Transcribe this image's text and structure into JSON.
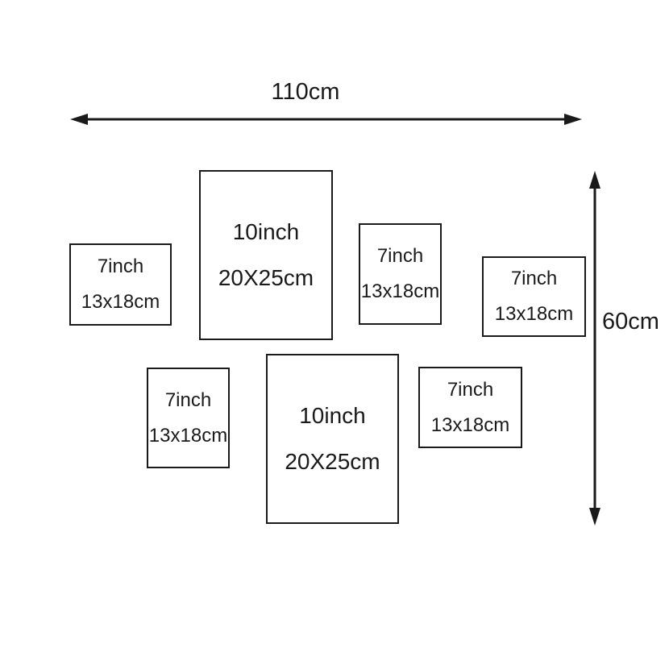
{
  "colors": {
    "background": "#ffffff",
    "ink": "#1a1a1a"
  },
  "dimensions": {
    "width_label": "110cm",
    "height_label": "60cm"
  },
  "frames": [
    {
      "size_label": "7inch",
      "dims_label": "13x18cm"
    },
    {
      "size_label": "10inch",
      "dims_label": "20X25cm"
    },
    {
      "size_label": "7inch",
      "dims_label": "13x18cm"
    },
    {
      "size_label": "7inch",
      "dims_label": "13x18cm"
    },
    {
      "size_label": "7inch",
      "dims_label": "13x18cm"
    },
    {
      "size_label": "10inch",
      "dims_label": "20X25cm"
    },
    {
      "size_label": "7inch",
      "dims_label": "13x18cm"
    }
  ]
}
